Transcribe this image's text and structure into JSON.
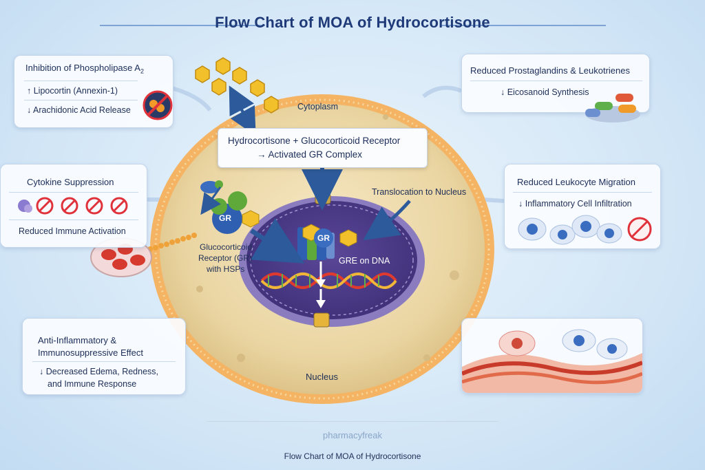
{
  "title": "Flow Chart of MOA of Hydrocortisone",
  "panels": {
    "phospholipase": {
      "heading": "Inhibition of Phospholipase A",
      "heading_sub": "2",
      "line1": "↑ Lipocortin (Annexin-1)",
      "line2": "↓ Arachidonic Acid Release"
    },
    "cytokine": {
      "heading": "Cytokine Suppression",
      "line1": "Reduced Immune Activation"
    },
    "anti_inflammatory": {
      "heading_line1": "Anti-Inflammatory &",
      "heading_line2": "Immunosuppressive Effect",
      "line1": "↓ Decreased Edema, Redness,",
      "line2": "and Immune Response"
    },
    "prostaglandins": {
      "heading": "Reduced Prostaglandins & Leukotrienes",
      "line1": "↓ Eicosanoid Synthesis"
    },
    "leukocyte": {
      "heading": "Reduced Leukocyte Migration",
      "line1": "↓ Inflammatory Cell Infiltration"
    }
  },
  "center": {
    "line1": "Hydrocortisone + Glucocorticoid Receptor",
    "line2": "→ Activated GR Complex"
  },
  "labels": {
    "cytoplasm": "Cytoplasm",
    "translocation": "Translocation to Nucleus",
    "gr": "GR",
    "gr_nucleus": "GR",
    "gr_hsp_1": "Glucocorticoid",
    "gr_hsp_2": "Receptor (GR)",
    "gr_hsp_3": "with HSPs",
    "gre": "GRE on DNA",
    "nucleus": "Nucleus"
  },
  "footer": {
    "brand": "pharmacyfreak",
    "caption": "Flow Chart of MOA of Hydrocortisone"
  },
  "colors": {
    "cell_outer": "#f0a23a",
    "cytoplasm": "#efdcb0",
    "nucleus": "#6c5aa8",
    "arrow": "#2d5a9a",
    "title": "#1f3a78",
    "inhibit_red": "#e0323a"
  }
}
